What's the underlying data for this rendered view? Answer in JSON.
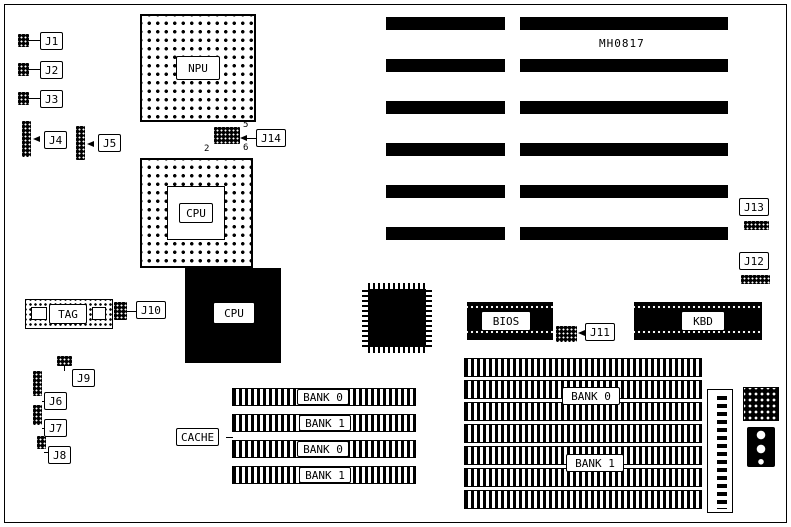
{
  "board": {
    "part_number": "MH0817"
  },
  "connectors": {
    "j1": "J1",
    "j2": "J2",
    "j3": "J3",
    "j4": "J4",
    "j5": "J5",
    "j6": "J6",
    "j7": "J7",
    "j8": "J8",
    "j9": "J9",
    "j10": "J10",
    "j11": "J11",
    "j12": "J12",
    "j13": "J13",
    "j14": "J14"
  },
  "j14_pins": {
    "pin5": "5",
    "pin2": "2",
    "pin6": "6"
  },
  "chips": {
    "npu_socket": "NPU",
    "cpu_socket": "CPU",
    "cpu_chip": "CPU",
    "tag": "TAG",
    "bios": "BIOS",
    "keyboard": "KBD",
    "cache": "CACHE"
  },
  "memory": {
    "cache_banks": [
      "BANK 0",
      "BANK 1",
      "BANK 0",
      "BANK 1"
    ],
    "dram_banks": [
      "BANK 0",
      "BANK 1"
    ]
  },
  "colors": {
    "ink": "#000000",
    "paper": "#ffffff"
  }
}
